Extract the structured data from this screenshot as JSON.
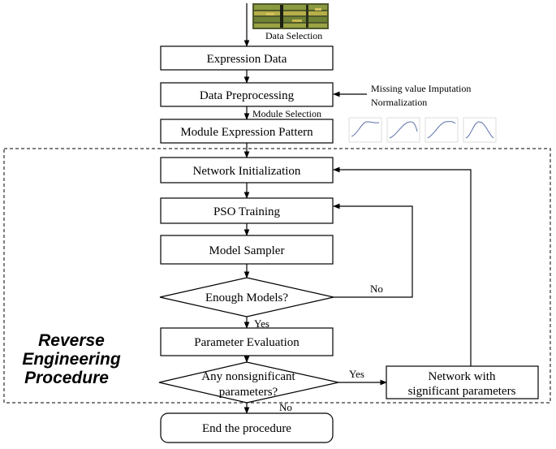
{
  "steps": {
    "expression_data": "Expression Data",
    "data_preprocessing": "Data Preprocessing",
    "module_expression_pattern": "Module Expression Pattern",
    "network_initialization": "Network Initialization",
    "pso_training": "PSO Training",
    "model_sampler": "Model Sampler",
    "parameter_evaluation": "Parameter Evaluation",
    "end_procedure": "End the procedure",
    "network_significant_line1": "Network with",
    "network_significant_line2": "significant parameters"
  },
  "decisions": {
    "enough_models": "Enough Models?",
    "nonsignificant_line1": "Any nonsignificant",
    "nonsignificant_line2": "parameters?"
  },
  "labels": {
    "data_selection": "Data Selection",
    "module_selection": "Module Selection",
    "missing_value": "Missing value Imputation",
    "normalization": "Normalization",
    "no_1": "No",
    "yes_1": "Yes",
    "yes_2": "Yes",
    "no_2": "No"
  },
  "region": {
    "line1": "Reverse",
    "line2": "Engineering",
    "line3": "Procedure"
  }
}
